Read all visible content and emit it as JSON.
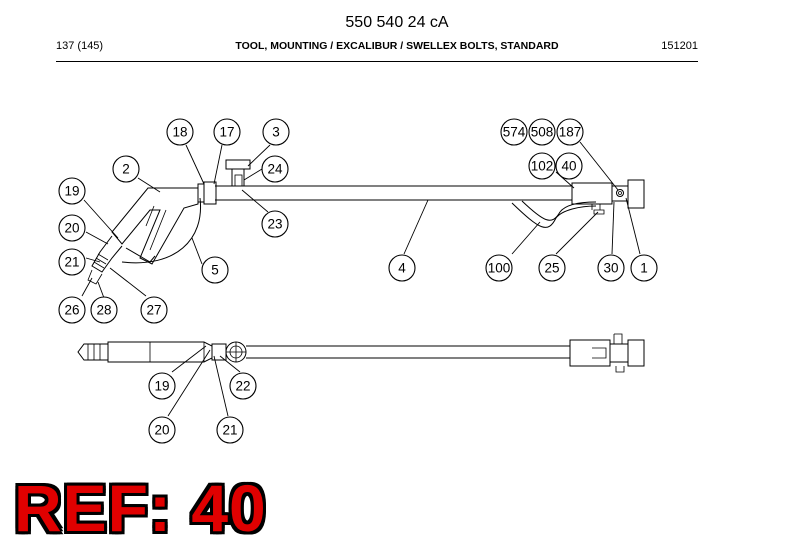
{
  "header": {
    "doc_number": "550 540 24 cA",
    "page": "137 (145)",
    "title": "TOOL, MOUNTING / EXCALIBUR / SWELLEX BOLTS, STANDARD",
    "code": "151201"
  },
  "reference_label": "REF: 40",
  "callouts_top": [
    "18",
    "17",
    "3",
    "2",
    "24",
    "19",
    "23",
    "20",
    "21",
    "5",
    "26",
    "28",
    "27",
    "4",
    "574",
    "508",
    "187",
    "102",
    "40",
    "100",
    "25",
    "30",
    "1"
  ],
  "callouts_bottom": [
    "19",
    "22",
    "20",
    "21"
  ]
}
